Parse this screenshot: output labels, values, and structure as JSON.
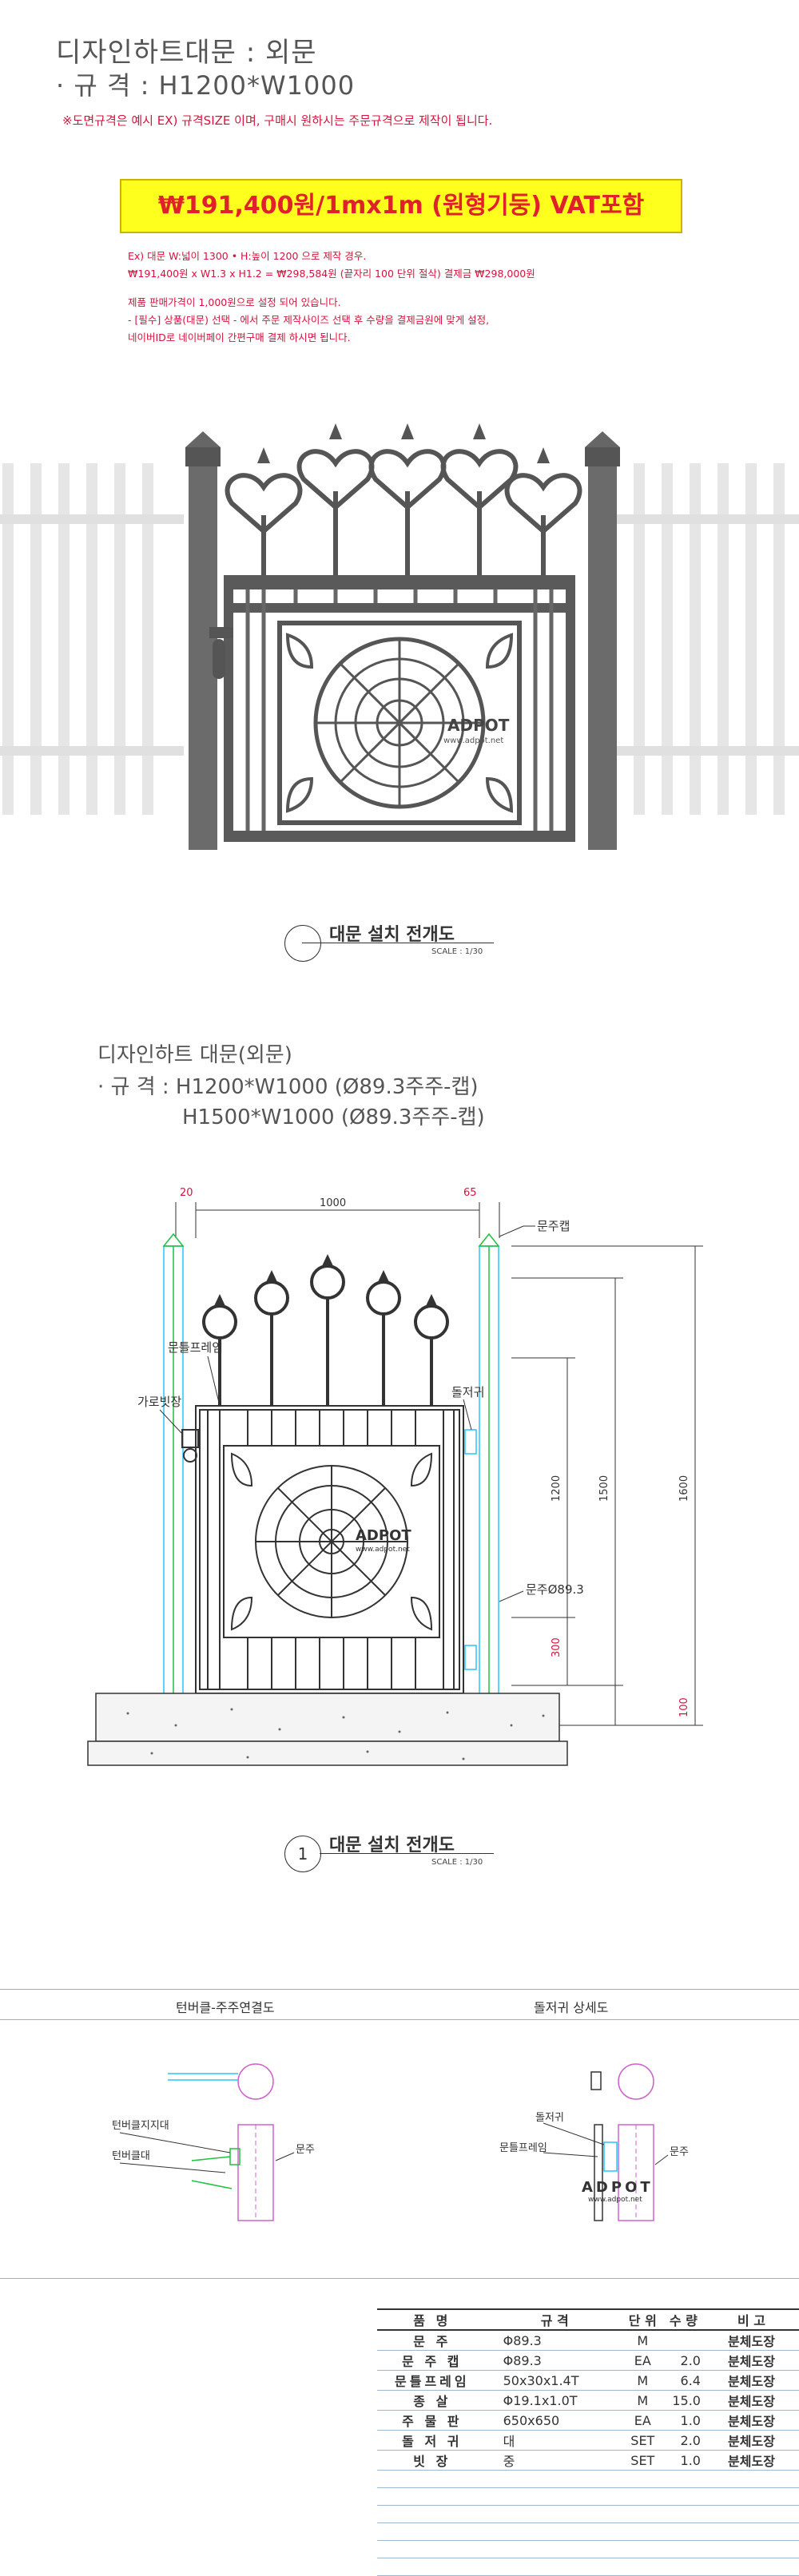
{
  "header": {
    "title": "디자인하트대문 : 외문",
    "spec_line": "· 규 격 : H1200*W1000",
    "note": "※도면규격은 예시 EX) 규격SIZE 이며, 구매시 원하시는 주문규격으로 제작이 됩니다."
  },
  "price": {
    "label": "₩191,400원/1mx1m (원형기둥) VAT포함"
  },
  "description": [
    "Ex) 대문 W:넓이 1300 • H:높이 1200 으로 제작 경우.",
    "₩191,400원 x W1.3 x H1.2 = ₩298,584원 (끝자리 100 단위 절삭) 결제금 ₩298,000원",
    "",
    "제품 판매가격이 1,000원으로 설정 되어 있습니다.",
    "- [필수] 상품(대문) 선택 - 에서 주문 제작사이즈 선택 후 수량을 결제금원에 맞게 설정,",
    "네이버ID로 네이버페이 간편구매 결제 하시면 됩니다."
  ],
  "photo": {
    "watermark_brand": "ADPOT",
    "watermark_url": "www.adpot.net"
  },
  "caption1": {
    "num": "",
    "text": "대문 설치 전개도",
    "scale": "SCALE : 1/30"
  },
  "section2": {
    "title": "디자인하트 대문(외문)",
    "spec1": "· 규 격 : H1200*W1000 (Ø89.3주주-캡)",
    "spec2": "H1500*W1000 (Ø89.3주주-캡)"
  },
  "drawing": {
    "dim_top_left": "20",
    "dim_width": "1000",
    "dim_top_right": "65",
    "dim_h1": "1200",
    "dim_h2": "1500",
    "dim_h3": "1600",
    "dim_300": "300",
    "dim_100": "100",
    "label_cap": "문주캡",
    "label_frame": "문틀프레임",
    "label_crossbar": "가로빗장",
    "label_hinge": "돌저귀",
    "label_post": "문주Ø89.3",
    "watermark_brand": "ADPOT",
    "watermark_url": "www.adpot.net"
  },
  "caption2": {
    "num": "1",
    "text": "대문 설치 전개도",
    "scale": "SCALE : 1/30"
  },
  "details": {
    "left_title": "턴버클-주주연결도",
    "right_title": "돌저귀 상세도",
    "left_labels": [
      "턴버클지지대",
      "턴버클대",
      "문주"
    ],
    "right_labels": [
      "돌저귀",
      "문틀프레임",
      "문주"
    ],
    "brand": "ADPOT",
    "url": "www.adpot.net"
  },
  "bom": {
    "headers": [
      "품 명",
      "규 격",
      "단 위",
      "수 량",
      "비 고"
    ],
    "rows": [
      [
        "문 주",
        "Φ89.3",
        "M",
        "",
        "분체도장"
      ],
      [
        "문 주 캡",
        "Φ89.3",
        "EA",
        "2.0",
        "분체도장"
      ],
      [
        "문틀프레임",
        "50x30x1.4T",
        "M",
        "6.4",
        "분체도장"
      ],
      [
        "종 살",
        "Φ19.1x1.0T",
        "M",
        "15.0",
        "분체도장"
      ],
      [
        "주 물 판",
        "650x650",
        "EA",
        "1.0",
        "분체도장"
      ],
      [
        "돌 저 귀",
        "대",
        "SET",
        "2.0",
        "분체도장"
      ],
      [
        "빗 장",
        "중",
        "SET",
        "1.0",
        "분체도장"
      ]
    ]
  }
}
